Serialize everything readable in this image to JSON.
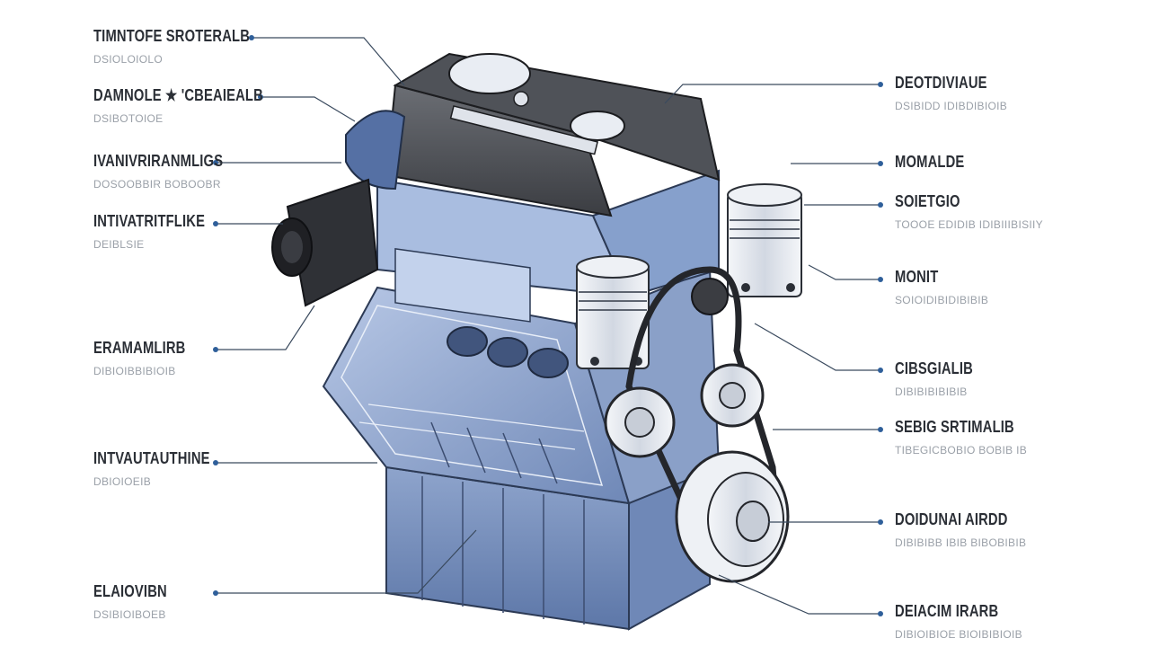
{
  "colors": {
    "leader": "#3a4a5e",
    "dot": "#2f5f9a",
    "body": "#9fb3d6",
    "body_dark": "#5f7bab",
    "cover": "#4d4f54",
    "metal": "#dfe3ea"
  },
  "left_labels": [
    {
      "title": "TIMNTOFE SROTERALB",
      "sub": "DSIOLOIOLO"
    },
    {
      "title": "DAMNOLE ★ 'CBEAIEALB",
      "sub": "DSIBOTOIOE"
    },
    {
      "title": "IVANIVRIRANMLIGS",
      "sub": "DOSOOBBIR BOBOOBR"
    },
    {
      "title": "INTIVATRITFLIKE",
      "sub": "DEIBLSIE"
    },
    {
      "title": "ERAMAMLIRB",
      "sub": "DIBIOIBBIBIOIB"
    },
    {
      "title": "INTVAUTAUTHINE",
      "sub": "DBIOIOEIB"
    },
    {
      "title": "ELAIOVIBN",
      "sub": "DSIBIOIBOEB"
    }
  ],
  "right_labels": [
    {
      "title": "DEOTDIVIAUE",
      "sub": "DSIBIDD IDIBDIBIOIB"
    },
    {
      "title": "MOMALDE",
      "sub": ""
    },
    {
      "title": "SOIETGIO",
      "sub": "TOOOE EDIDIB IDIBIIIBISIIY"
    },
    {
      "title": "MONIT",
      "sub": "SOIOIDIBIDIBIBIB"
    },
    {
      "title": "CIBSGIALIB",
      "sub": "DIBIBIBIBIBIB"
    },
    {
      "title": "SEBIG  SRTIMALIB",
      "sub": "TIBEGICBOBIO BOBIB IB"
    },
    {
      "title": "DOIDUNAI AIRDD",
      "sub": "DIBIBIBB IBIB BIBOBIBIB"
    },
    {
      "title": "DEIACIM IRARB",
      "sub": "DIBIOIBIOE BIOIBIBIOIB"
    }
  ]
}
